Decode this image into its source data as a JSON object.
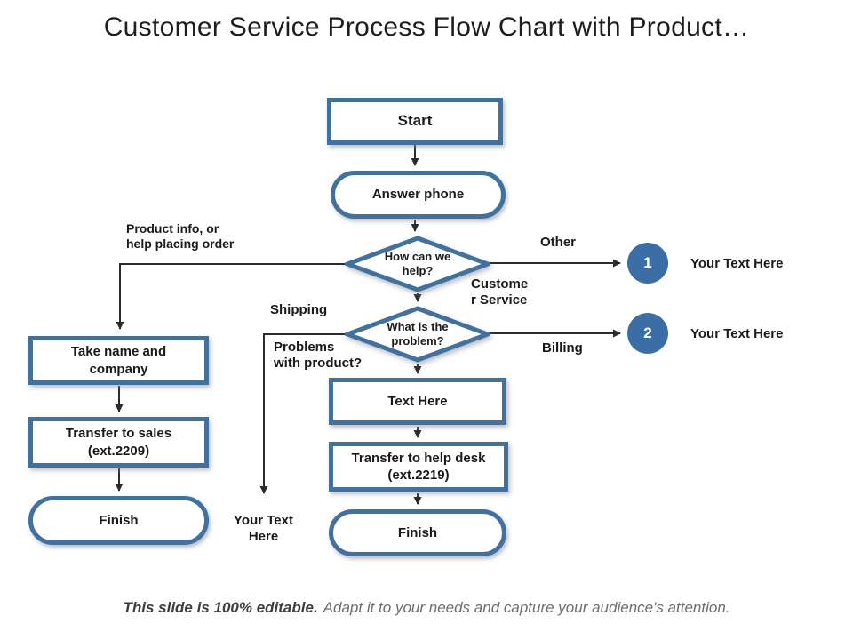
{
  "title": "Customer Service Process Flow Chart with Product…",
  "colors": {
    "shape_border": "#41719C",
    "circle_fill": "#3A6EA5",
    "connector": "#2b2b2b",
    "text": "#1a1a1a"
  },
  "nodes": {
    "start": "Start",
    "answer_phone": "Answer phone",
    "decision_help": "How can we\nhelp?",
    "decision_problem": "What is the\nproblem?",
    "take_name": "Take name and\ncompany",
    "transfer_sales": "Transfer to sales\n(ext.2209)",
    "finish_left": "Finish",
    "text_here": "Text Here",
    "transfer_help_desk": "Transfer to help desk\n(ext.2219)",
    "finish_center": "Finish"
  },
  "labels": {
    "product_info": "Product info, or\nhelp placing order",
    "other": "Other",
    "customer_service": "Custome\nr Service",
    "shipping": "Shipping",
    "problems": "Problems\nwith product?",
    "billing": "Billing",
    "your_text_bottom": "Your Text\nHere"
  },
  "callouts": [
    {
      "number": "1",
      "label": "Your Text Here"
    },
    {
      "number": "2",
      "label": "Your Text Here"
    }
  ],
  "footer": {
    "bold": "This slide is 100% editable.",
    "rest": "Adapt it to your needs and capture your audience's attention."
  }
}
